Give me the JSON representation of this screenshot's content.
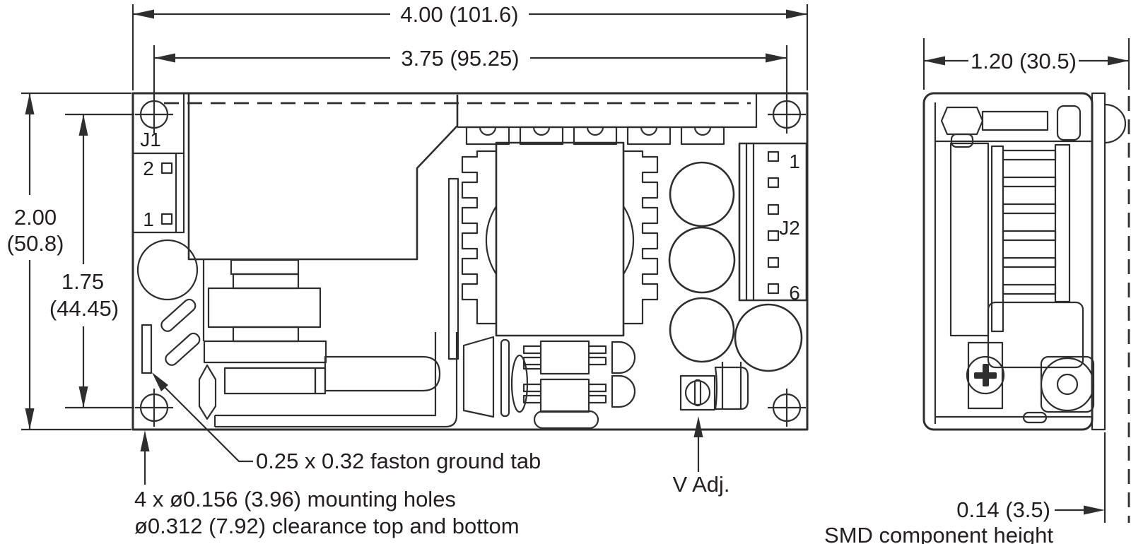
{
  "top_view": {
    "dim_outer_width": "4.00 (101.6)",
    "dim_hole_width": "3.75 (95.25)",
    "dim_outer_height_in": "2.00",
    "dim_outer_height_mm": "(50.8)",
    "dim_hole_height_in": "1.75",
    "dim_hole_height_mm": "(44.45)",
    "j1": {
      "label": "J1",
      "pin_top": "2",
      "pin_bottom": "1"
    },
    "j2": {
      "label": "J2",
      "pin_first": "1",
      "pin_last": "6"
    },
    "v_adj_label": "V Adj.",
    "ground_tab_note": "0.25 x 0.32 faston ground tab",
    "mounting_note_line1": "4 x ø0.156 (3.96) mounting holes",
    "mounting_note_line2": "ø0.312 (7.92) clearance top and bottom"
  },
  "side_view": {
    "dim_depth": "1.20 (30.5)",
    "smd_dim": "0.14 (3.5)",
    "smd_label": "SMD component height"
  },
  "colors": {
    "line": "#2e2e2e",
    "text": "#231f20",
    "background": "#ffffff"
  }
}
